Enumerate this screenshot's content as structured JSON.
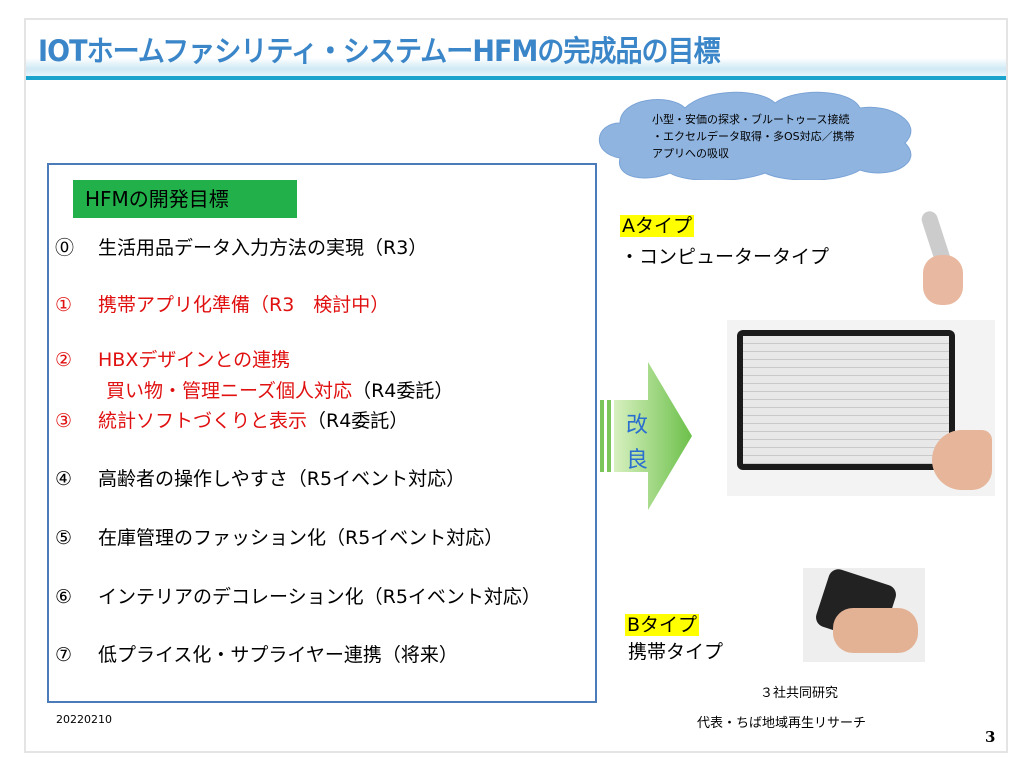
{
  "title": "IOTホームファシリティ・システムーHFMの完成品の目標",
  "cloud_text": "小型・安価の探求・ブルートゥース接続\n・エクセルデータ取得・多OS対応／携帯\nアプリへの吸収",
  "goals": {
    "heading": "HFMの開発目標",
    "items": [
      {
        "num": "⓪",
        "text": "生活用品データ入力方法の実現（R3）",
        "note": ""
      },
      {
        "num": "①",
        "text": "携帯アプリ化準備（R3　検討中）",
        "note": ""
      },
      {
        "num": "②",
        "text": "HBXデザインとの連携",
        "note": ""
      },
      {
        "num": "",
        "text": "買い物・管理ニーズ個人対応",
        "note": "（R4委託）"
      },
      {
        "num": "③",
        "text": "統計ソフトづくりと表示",
        "note": "（R4委託）"
      },
      {
        "num": "④",
        "text": "高齢者の操作しやすさ（R5イベント対応）",
        "note": ""
      },
      {
        "num": "⑤",
        "text": "在庫管理のファッション化（R5イベント対応）",
        "note": ""
      },
      {
        "num": "⑥",
        "text": "インテリアのデコレーション化（R5イベント対応）",
        "note": ""
      },
      {
        "num": "⑦",
        "text": "低プライス化・サプライヤー連携（将来）",
        "note": ""
      }
    ]
  },
  "arrow_text": [
    "改",
    "良"
  ],
  "type_a": {
    "label": "Aタイプ",
    "desc": "・コンピュータータイプ"
  },
  "type_b": {
    "label": "Bタイプ",
    "desc": "携帯タイプ"
  },
  "joint": "３社共同研究",
  "rep": "代表・ちば地域再生リサーチ",
  "date": "20220210",
  "page": "3",
  "colors": {
    "title": "#3a86c8",
    "red": "#e01010",
    "green": "#22b04b",
    "box": "#4b7cb9"
  }
}
